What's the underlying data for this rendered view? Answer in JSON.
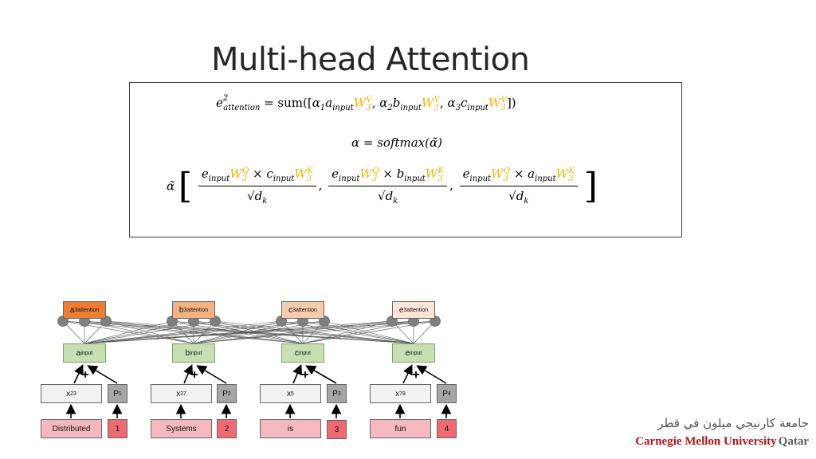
{
  "title": "Multi-head Attention",
  "equations": {
    "line1": {
      "lhs": "e",
      "lhs_sup": "2",
      "lhs_sub": "attention",
      "eq_sum": "= sum([",
      "t1": "α",
      "t1_sub": "1",
      "t1b": "a",
      "t1b_sub": "input",
      "w": "W",
      "w_sub": "3",
      "w_sup_v": "V",
      "comma": ",",
      "t2": "α",
      "t2_sub": "2",
      "t2b": "b",
      "t2b_sub": "input",
      "t3": "α",
      "t3_sub": "3",
      "t3b": "c",
      "t3b_sub": "input",
      "close": "])"
    },
    "line2": {
      "text": "α = softmax(α̃)"
    },
    "line3": {
      "alpha_tilde": "α̃",
      "open_bracket": "[",
      "close_bracket": "]",
      "e": "e",
      "input": "input",
      "w": "W",
      "w_sub": "3",
      "w_sup_q": "Q",
      "w_sup_k": "K",
      "times": "×",
      "c": "c",
      "b": "b",
      "a": "a",
      "sqrt": "√",
      "d": "d",
      "d_sub": "k",
      "comma": ","
    }
  },
  "diagram": {
    "attention_nodes": [
      {
        "base": "a",
        "sup": "3",
        "sub": "attention",
        "color": "#ed7d31"
      },
      {
        "base": "b",
        "sup": "3",
        "sub": "attention",
        "color": "#f4b183"
      },
      {
        "base": "c",
        "sup": "3",
        "sub": "attention",
        "color": "#f8cbad"
      },
      {
        "base": "e",
        "sup": "3",
        "sub": "attention",
        "color": "#fbe5d6"
      }
    ],
    "input_nodes": [
      {
        "base": "a",
        "sub": "input"
      },
      {
        "base": "b",
        "sub": "input"
      },
      {
        "base": "c",
        "sub": "input"
      },
      {
        "base": "e",
        "sub": "input"
      }
    ],
    "plus_sign": "+",
    "embeddings": [
      {
        "base": "x",
        "sub": "23"
      },
      {
        "base": "x",
        "sub": "27"
      },
      {
        "base": "x",
        "sub": "5"
      },
      {
        "base": "x",
        "sub": "78"
      }
    ],
    "positions": [
      {
        "base": "P",
        "sub": "1"
      },
      {
        "base": "P",
        "sub": "2"
      },
      {
        "base": "P",
        "sub": "3"
      },
      {
        "base": "P",
        "sub": "4"
      }
    ],
    "words": [
      "Distributed",
      "Systems",
      "is",
      "fun"
    ],
    "position_ids": [
      "1",
      "2",
      "3",
      "4"
    ]
  },
  "logo": {
    "arabic": "جامعة كارنيجي ميلون في قطر",
    "english_cmu": "Carnegie Mellon University",
    "english_qatar": "Qatar"
  }
}
